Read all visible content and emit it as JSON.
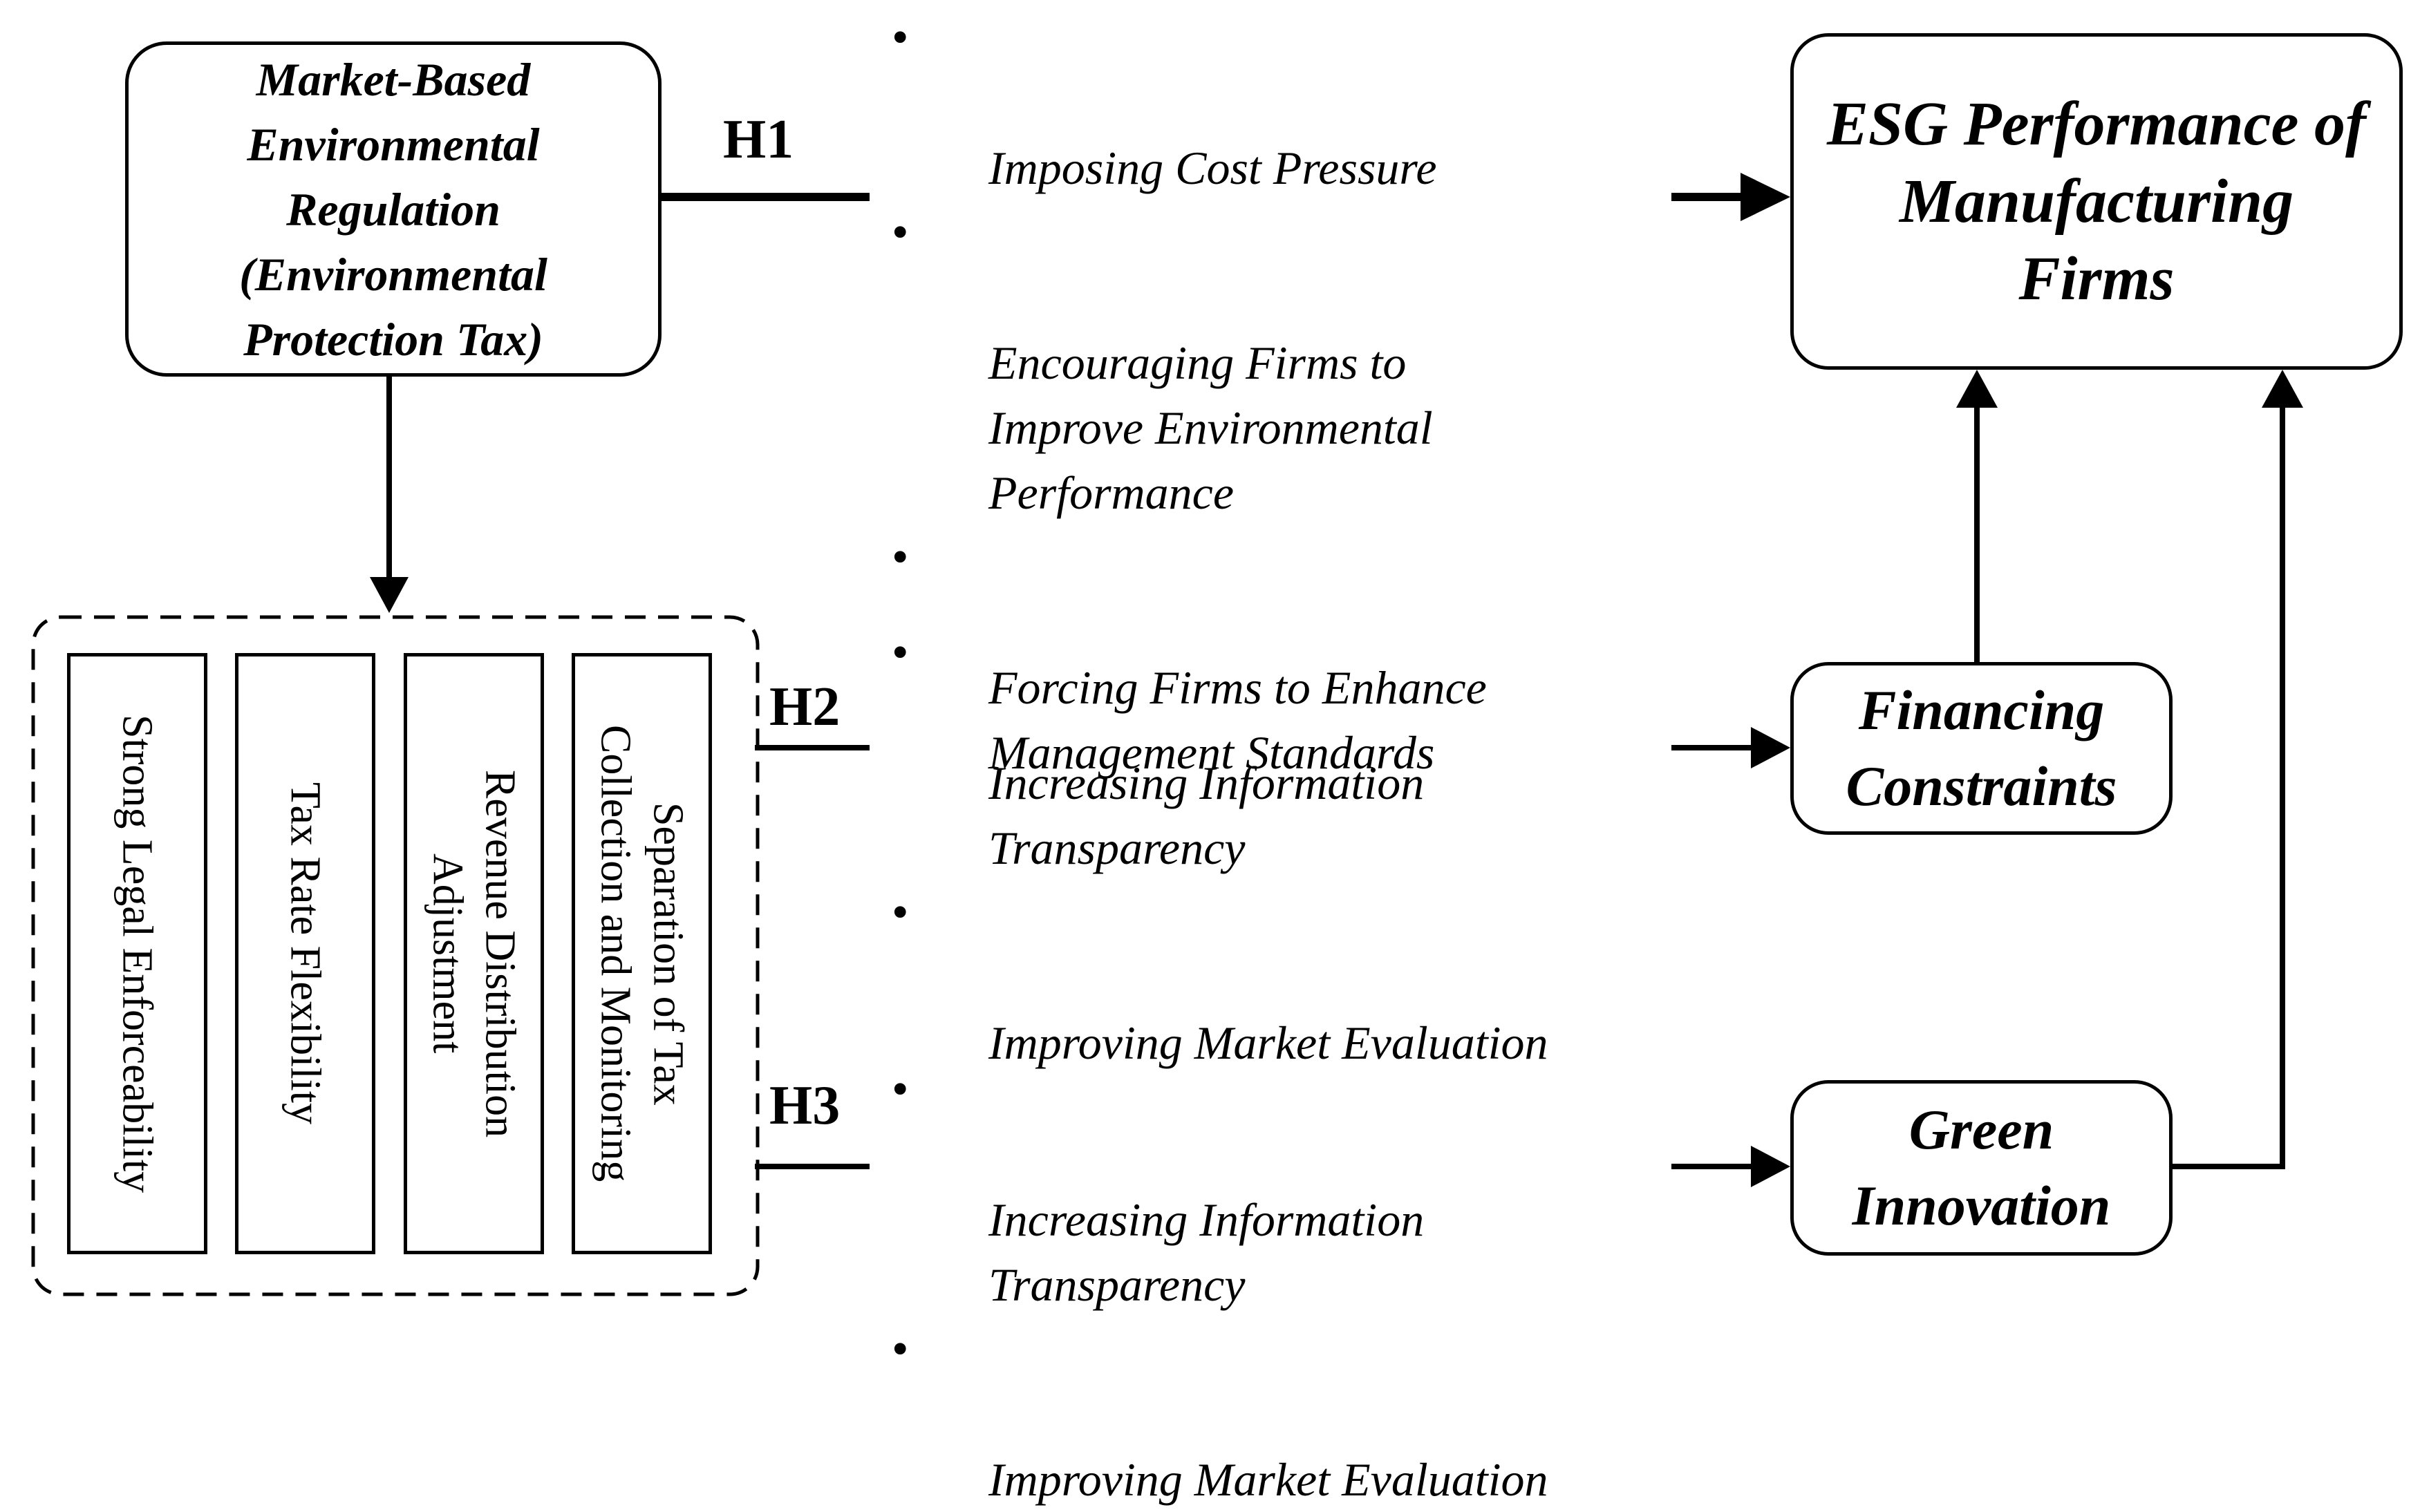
{
  "source_box": "Market-Based\nEnvironmental\nRegulation\n(Environmental\nProtection Tax)",
  "outcome_box": "ESG Performance of\nManufacturing\nFirms",
  "financing_box": "Financing\nConstraints",
  "green_box": "Green\nInnovation",
  "hypotheses": {
    "h1": "H1",
    "h2": "H2",
    "h3": "H3"
  },
  "bullets": {
    "h1": [
      "Imposing Cost Pressure",
      "Encouraging Firms to\nImprove Environmental\nPerformance",
      "Forcing Firms to Enhance\nManagement Standards"
    ],
    "h2": [
      "Increasing Information\nTransparency",
      "Improving Market Evaluation"
    ],
    "h3": [
      "Increasing Information\nTransparency",
      "Improving Market Evaluation"
    ]
  },
  "bullet_glyph": "•",
  "mechanisms": [
    "Strong Legal Enforceability",
    "Tax Rate Flexibility",
    "Revenue Distribution\nAdjustment",
    "Separation of Tax\nCollection and Monitoring"
  ]
}
